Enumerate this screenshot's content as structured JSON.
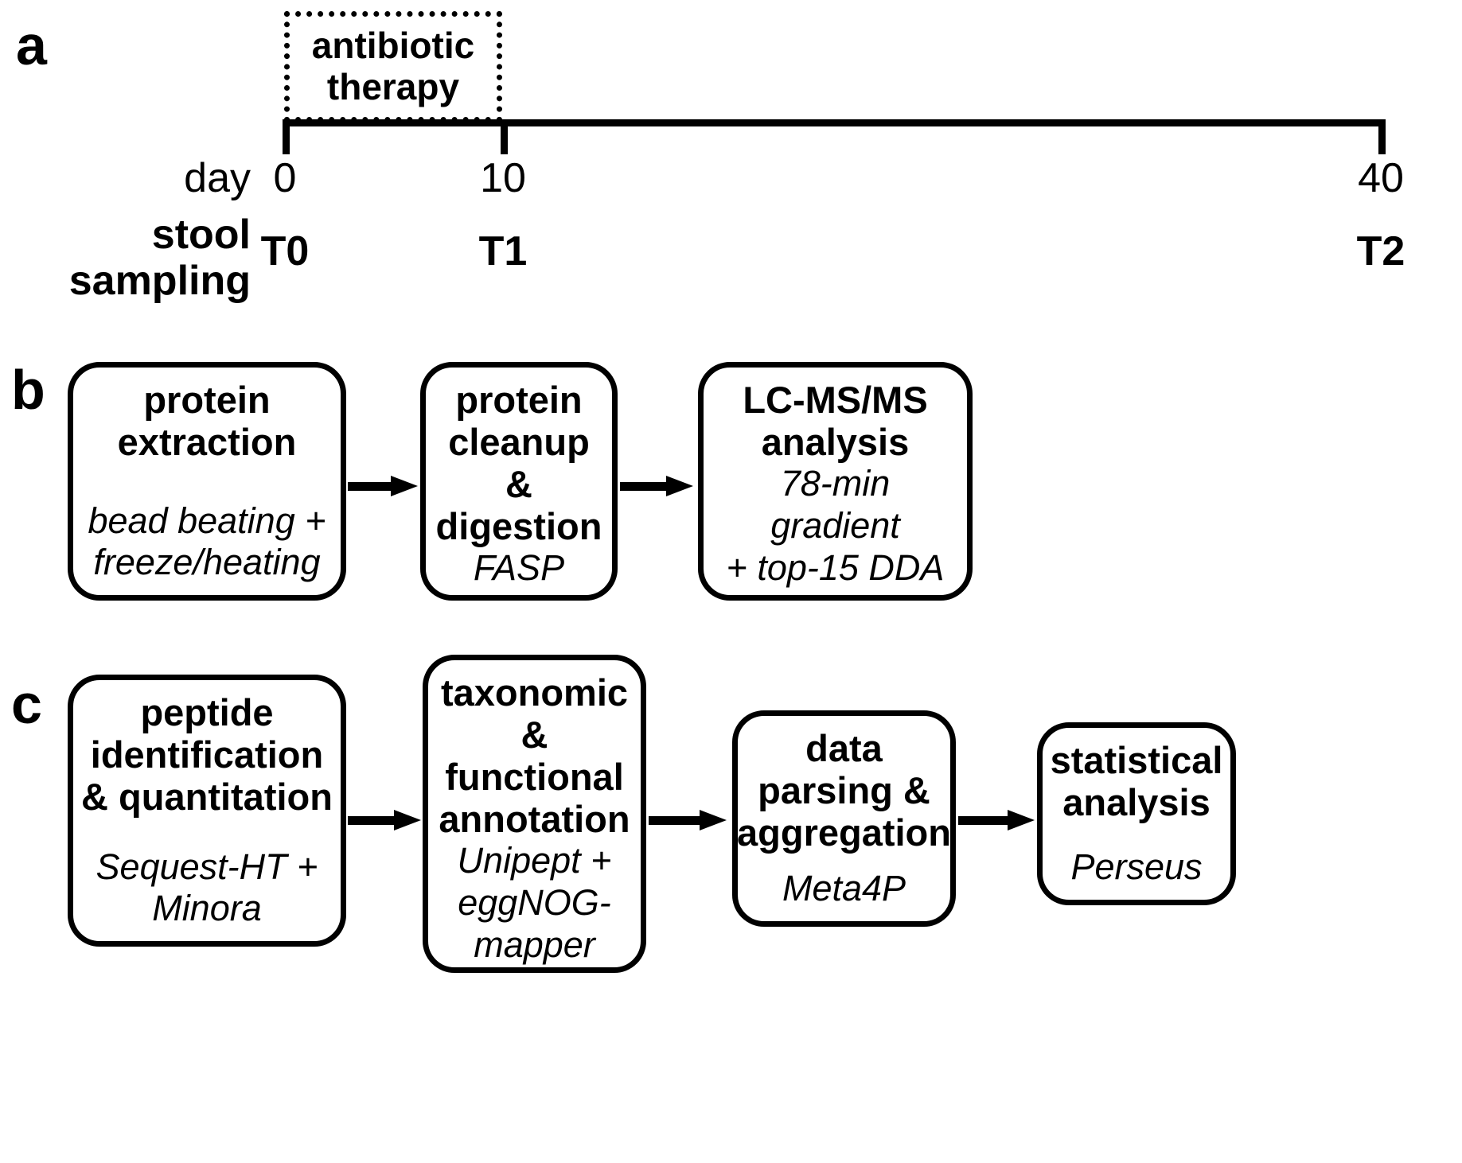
{
  "figure": {
    "panels": [
      "a",
      "b",
      "c"
    ]
  },
  "panel_a": {
    "letter": "a",
    "treatment_label_line1": "antibiotic",
    "treatment_label_line2": "therapy",
    "row_label_day": "day",
    "row_label_sampling_line1": "stool",
    "row_label_sampling_line2": "sampling",
    "timepoints": [
      {
        "day": "0",
        "code": "T0"
      },
      {
        "day": "10",
        "code": "T1"
      },
      {
        "day": "40",
        "code": "T2"
      }
    ]
  },
  "panel_b": {
    "letter": "b",
    "steps": [
      {
        "title": "protein\nextraction",
        "sub": "bead beating +\nfreeze/heating"
      },
      {
        "title": "protein\ncleanup &\ndigestion",
        "sub": "FASP"
      },
      {
        "title": "LC-MS/MS\nanalysis",
        "sub": "78-min gradient\n+ top-15 DDA"
      }
    ]
  },
  "panel_c": {
    "letter": "c",
    "steps": [
      {
        "title": "peptide\nidentification\n& quantitation",
        "sub": "Sequest-HT +\nMinora"
      },
      {
        "title": "taxonomic\n& functional\nannotation",
        "sub": "Unipept +\neggNOG-\nmapper"
      },
      {
        "title": "data\nparsing &\naggregation",
        "sub": "Meta4P"
      },
      {
        "title": "statistical\nanalysis",
        "sub": "Perseus"
      }
    ]
  },
  "colors": {
    "ink": "#000000",
    "background": "#ffffff"
  }
}
